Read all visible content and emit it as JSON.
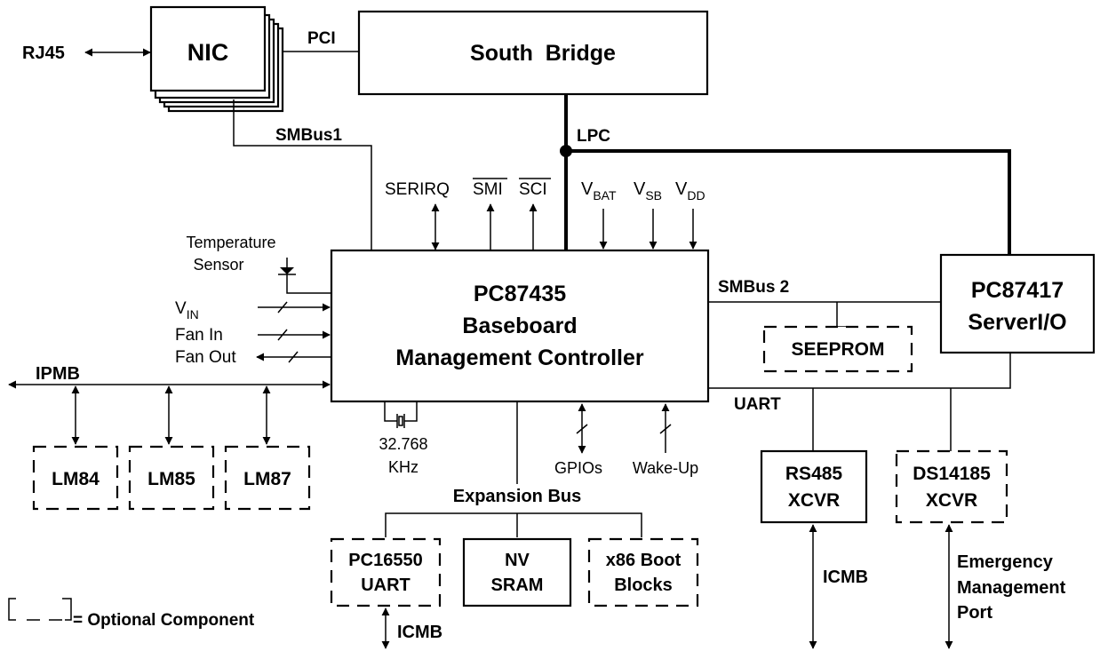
{
  "blocks": {
    "nic": "NIC",
    "south_bridge": "South  Bridge",
    "bmc": [
      "PC87435",
      "Baseboard",
      "Management Controller"
    ],
    "serverio": [
      "PC87417",
      "ServerI/O"
    ],
    "seeprom": "SEEPROM",
    "lm84": "LM84",
    "lm85": "LM85",
    "lm87": "LM87",
    "rs485": [
      "RS485",
      "XCVR"
    ],
    "ds14185": [
      "DS14185",
      "XCVR"
    ],
    "pc16550": [
      "PC16550",
      "UART"
    ],
    "nvsram": [
      "NV",
      "SRAM"
    ],
    "boot": [
      "x86 Boot",
      "Blocks"
    ]
  },
  "labels": {
    "rj45": "RJ45",
    "pci": "PCI",
    "smbus1": "SMBus1",
    "lpc": "LPC",
    "serirq": "SERIRQ",
    "smi": "SMI",
    "sci": "SCI",
    "v": "V",
    "vbat_sub": "BAT",
    "vsb_sub": "SB",
    "vdd_sub": "DD",
    "temp_sensor": [
      "Temperature",
      "Sensor"
    ],
    "vin": "V",
    "vin_sub": "IN",
    "fan_in": "Fan In",
    "fan_out": "Fan Out",
    "ipmb": "IPMB",
    "smbus2": "SMBus 2",
    "uart": "UART",
    "crystal": [
      "32.768",
      "KHz"
    ],
    "gpios": "GPIOs",
    "wakeup": "Wake-Up",
    "expansion_bus": "Expansion Bus",
    "icmb": "ICMB",
    "icmb_bottom": "ICMB",
    "emergency": [
      "Emergency",
      "Management",
      "Port"
    ],
    "legend": "= Optional Component"
  }
}
